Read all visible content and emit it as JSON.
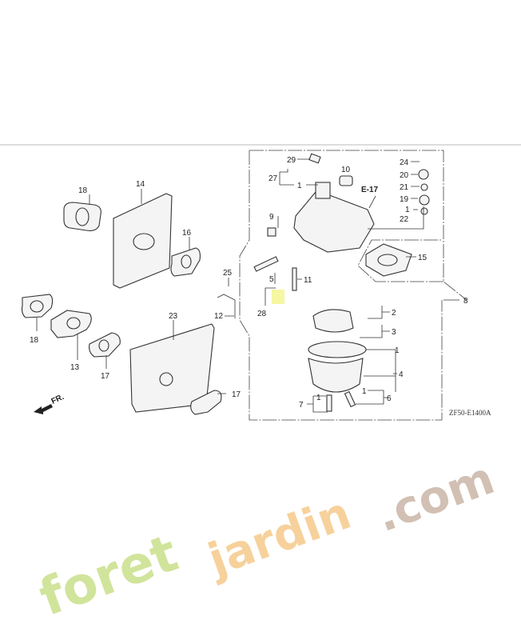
{
  "diagram": {
    "code": "ZF50-E1400A",
    "front_marker": "FR.",
    "reference": "E-17",
    "labels": [
      "29",
      "27",
      "1",
      "10",
      "24",
      "20",
      "21",
      "19",
      "1",
      "22",
      "9",
      "15",
      "5",
      "11",
      "28",
      "8",
      "2",
      "3",
      "1",
      "4",
      "7",
      "1",
      "1",
      "6",
      "18",
      "14",
      "16",
      "25",
      "12",
      "23",
      "18",
      "13",
      "17",
      "17"
    ]
  },
  "watermark": {
    "text_green": "foret",
    "text_orange": "jardin",
    "text_end": ".com",
    "colors": {
      "green": "#c9e08a",
      "orange": "#f6c98a",
      "brown": "#c9b6a6"
    }
  }
}
